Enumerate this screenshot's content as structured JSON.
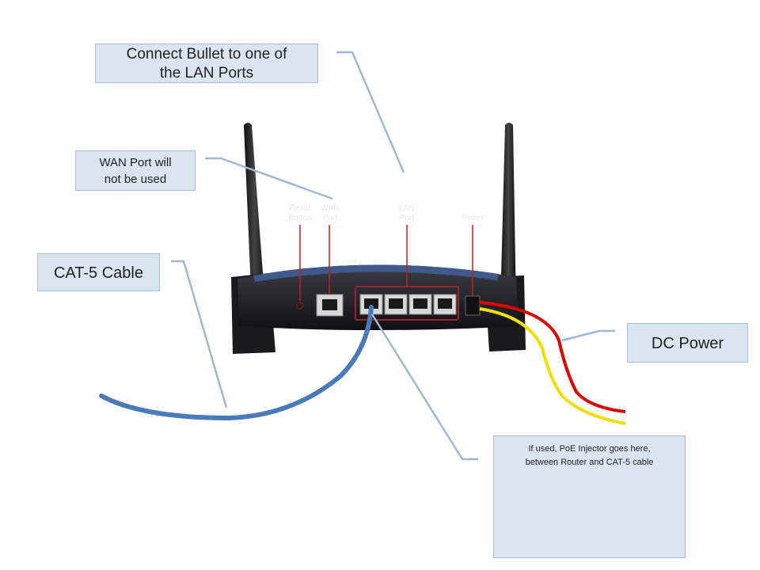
{
  "callouts": {
    "lan_ports": {
      "line1": "Connect Bullet to one of",
      "line2": "the LAN Ports"
    },
    "wan_port": {
      "line1": "WAN Port will",
      "line2": "not be used"
    },
    "cat5_cable": "CAT-5 Cable",
    "dc_power": "DC Power",
    "poe": {
      "line1": "If used, PoE Injector goes here,",
      "line2": "between Router and CAT-5 cable"
    }
  },
  "router_labels": {
    "reset": {
      "line1": "Reset",
      "line2": "Button"
    },
    "wan": {
      "line1": "WAN",
      "line2": "Port"
    },
    "lan": {
      "line1": "LAN",
      "line2": "Port"
    },
    "power": "Power"
  },
  "colors": {
    "callout_bg": "#dbe5f1",
    "leader_line": "#9fb8d4",
    "router_body": "#1e1e22",
    "cat5_cable": "#4a7ab8",
    "power_red": "#e00000",
    "power_yellow": "#f0e000"
  }
}
